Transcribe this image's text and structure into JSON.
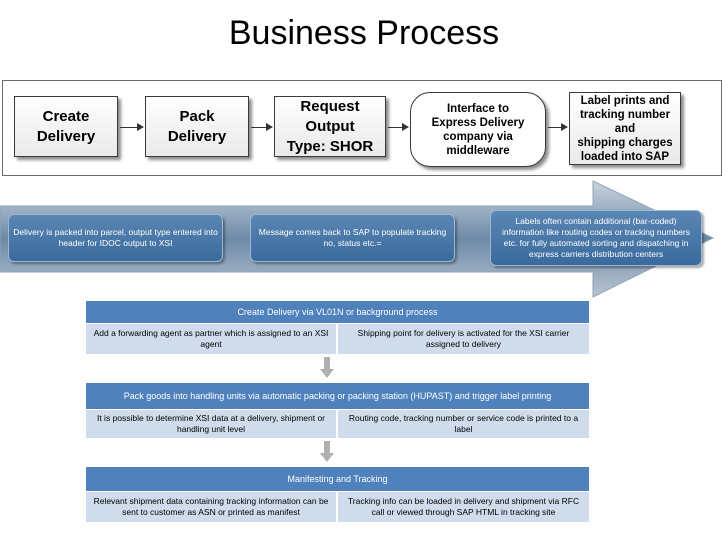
{
  "title": "Business Process",
  "flow": {
    "steps": [
      {
        "line1": "Create",
        "line2": "Delivery"
      },
      {
        "line1": "Pack",
        "line2": "Delivery"
      },
      {
        "line1": "Request Output",
        "line2": "Type: SHOR"
      },
      {
        "line1": "Interface to",
        "line2": "Express Delivery",
        "line3": "company via",
        "line4": "middleware"
      },
      {
        "line1": "Label prints and",
        "line2": "tracking number and",
        "line3": "shipping charges",
        "line4": "loaded into SAP"
      }
    ]
  },
  "band": {
    "notes": [
      "Delivery is packed into parcel, output type entered into header for IDOC output to XSI",
      "Message comes back to SAP to populate tracking no, status etc.=",
      "Labels often contain additional (bar-coded) information like routing codes or tracking numbers etc. for fully automated sorting and dispatching in express carriers distribution centers"
    ]
  },
  "panels": [
    {
      "header": "Create Delivery via VL01N or background process",
      "left": "Add a forwarding agent as partner which is assigned to an XSI agent",
      "right": "Shipping point for delivery is activated for the XSI carrier assigned to delivery"
    },
    {
      "header": "Pack goods into handling units via automatic packing or packing station (HUPAST) and trigger label printing",
      "left": "It is possible to determine XSI data at a delivery, shipment or handling unit level",
      "right": "Routing code, tracking number or service code is printed to a label"
    },
    {
      "header": "Manifesting and Tracking",
      "left": "Relevant shipment data containing tracking information can be sent to customer as ASN or printed as manifest",
      "right": "Tracking info can be loaded in delivery and shipment via RFC call or  viewed through SAP HTML in tracking site"
    }
  ],
  "colors": {
    "band": "#5f7f9f",
    "note_box": "#3f6f9f",
    "panel_header": "#4f81bd",
    "panel_cell": "#d0dcec"
  }
}
